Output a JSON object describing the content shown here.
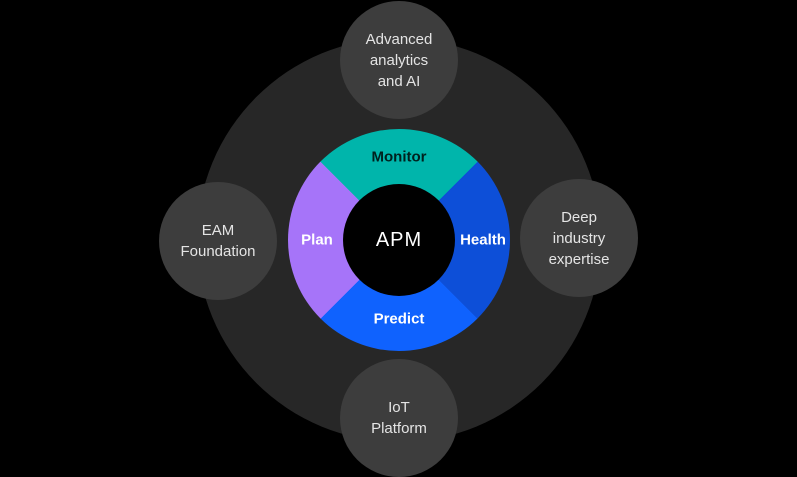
{
  "diagram": {
    "title_hint": "APM capability wheel",
    "center_label": "APM",
    "ring_segments": [
      {
        "label": "Monitor",
        "position": "top",
        "color": "#00b5ab",
        "text_color": "#00211e"
      },
      {
        "label": "Health",
        "position": "right",
        "color": "#0d4fd8",
        "text_color": "#ffffff"
      },
      {
        "label": "Predict",
        "position": "bottom",
        "color": "#0f62fe",
        "text_color": "#ffffff"
      },
      {
        "label": "Plan",
        "position": "left",
        "color": "#a674f9",
        "text_color": "#ffffff"
      }
    ],
    "satellites": [
      {
        "label": "Advanced\nanalytics\nand AI",
        "position": "top"
      },
      {
        "label": "Deep\nindustry\nexpertise",
        "position": "right"
      },
      {
        "label": "IoT\nPlatform",
        "position": "bottom"
      },
      {
        "label": "EAM\nFoundation",
        "position": "left"
      }
    ],
    "colors": {
      "bg": "#000000",
      "outer-circle": "#272727",
      "satellite-circle": "#3d3d3d",
      "satellite-text": "#e4e4e4",
      "center-circle": "#000000",
      "center-text": "#ffffff"
    }
  }
}
